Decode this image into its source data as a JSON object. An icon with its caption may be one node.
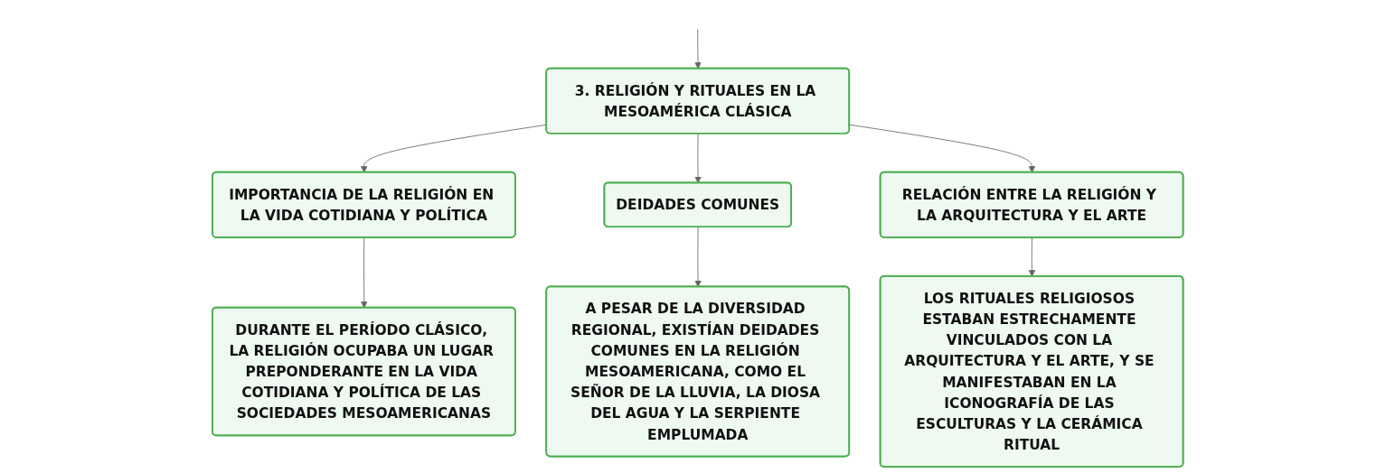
{
  "diagram": {
    "nodes": [
      {
        "text": [
          "3. RELIGIÓN Y RITUALES EN LA MESOAMÉRICA CLÁSICA"
        ]
      },
      {
        "text": [
          "IMPORTANCIA DE LA RELIGIÓN EN LA VIDA COTIDIANA Y POLÍTICA"
        ]
      },
      {
        "text": [
          "DEIDADES COMUNES"
        ]
      },
      {
        "text": [
          "RELACIÓN ENTRE LA RELIGIÓN Y LA ARQUITECTURA Y EL ARTE"
        ]
      },
      {
        "text": [
          "DURANTE EL PERÍODO CLÁSICO, LA RELIGIÓN OCUPABA UN LUGAR PREPONDERANTE EN LA VIDA COTIDIANA Y POLÍTICA DE LAS SOCIEDADES MESOAMERICANAS"
        ]
      },
      {
        "text": [
          "A PESAR DE LA DIVERSIDAD REGIONAL, EXISTÍAN DEIDADES COMUNES EN LA RELIGIÓN MESOAMERICANA, COMO EL SEÑOR DE LA LLUVIA, LA DIOSA DEL AGUA Y LA SERPIENTE EMPLUMADA"
        ]
      },
      {
        "text": [
          "LOS RITUALES RELIGIOSOS ESTABAN ESTRECHAMENTE VINCULADOS CON LA ARQUITECTURA Y EL ARTE, Y SE MANIFESTABAN EN LA ICONOGRAFÍA DE LAS ESCULTURAS Y LA CERÁMICA RITUAL"
        ]
      }
    ],
    "edges": [
      {
        "from": null,
        "to": 0,
        "arrow": "to"
      },
      {
        "from": 0,
        "to": 1,
        "arrow": "to"
      },
      {
        "from": 0,
        "to": 2,
        "arrow": "to"
      },
      {
        "from": 0,
        "to": 3,
        "arrow": "to"
      },
      {
        "from": 1,
        "to": 4,
        "arrow": "to"
      },
      {
        "from": 2,
        "to": 5,
        "arrow": "to"
      },
      {
        "from": 3,
        "to": 6,
        "arrow": "to"
      }
    ]
  }
}
